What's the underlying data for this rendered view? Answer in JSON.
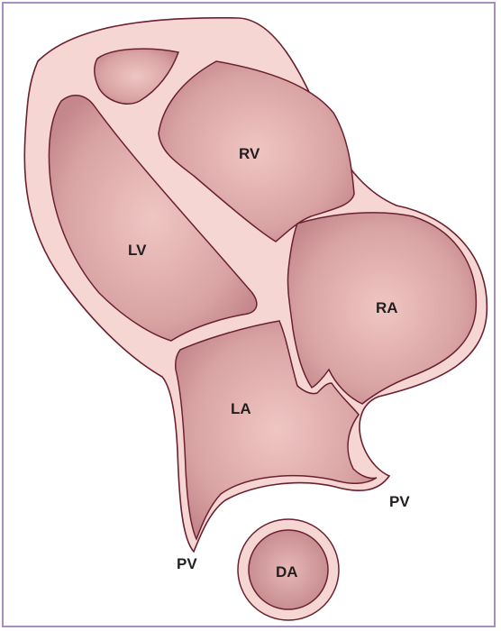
{
  "labels": {
    "rv": "RV",
    "lv": "LV",
    "ra": "RA",
    "la": "LA",
    "pv_right": "PV",
    "pv_left": "PV",
    "da": "DA"
  },
  "colors": {
    "frame_border": "#a98fbf",
    "wall_fill": "#f6d6d2",
    "wall_stroke": "#6a2030",
    "chamber_light": "#efc3c0",
    "chamber_dark": "#c98f92"
  }
}
